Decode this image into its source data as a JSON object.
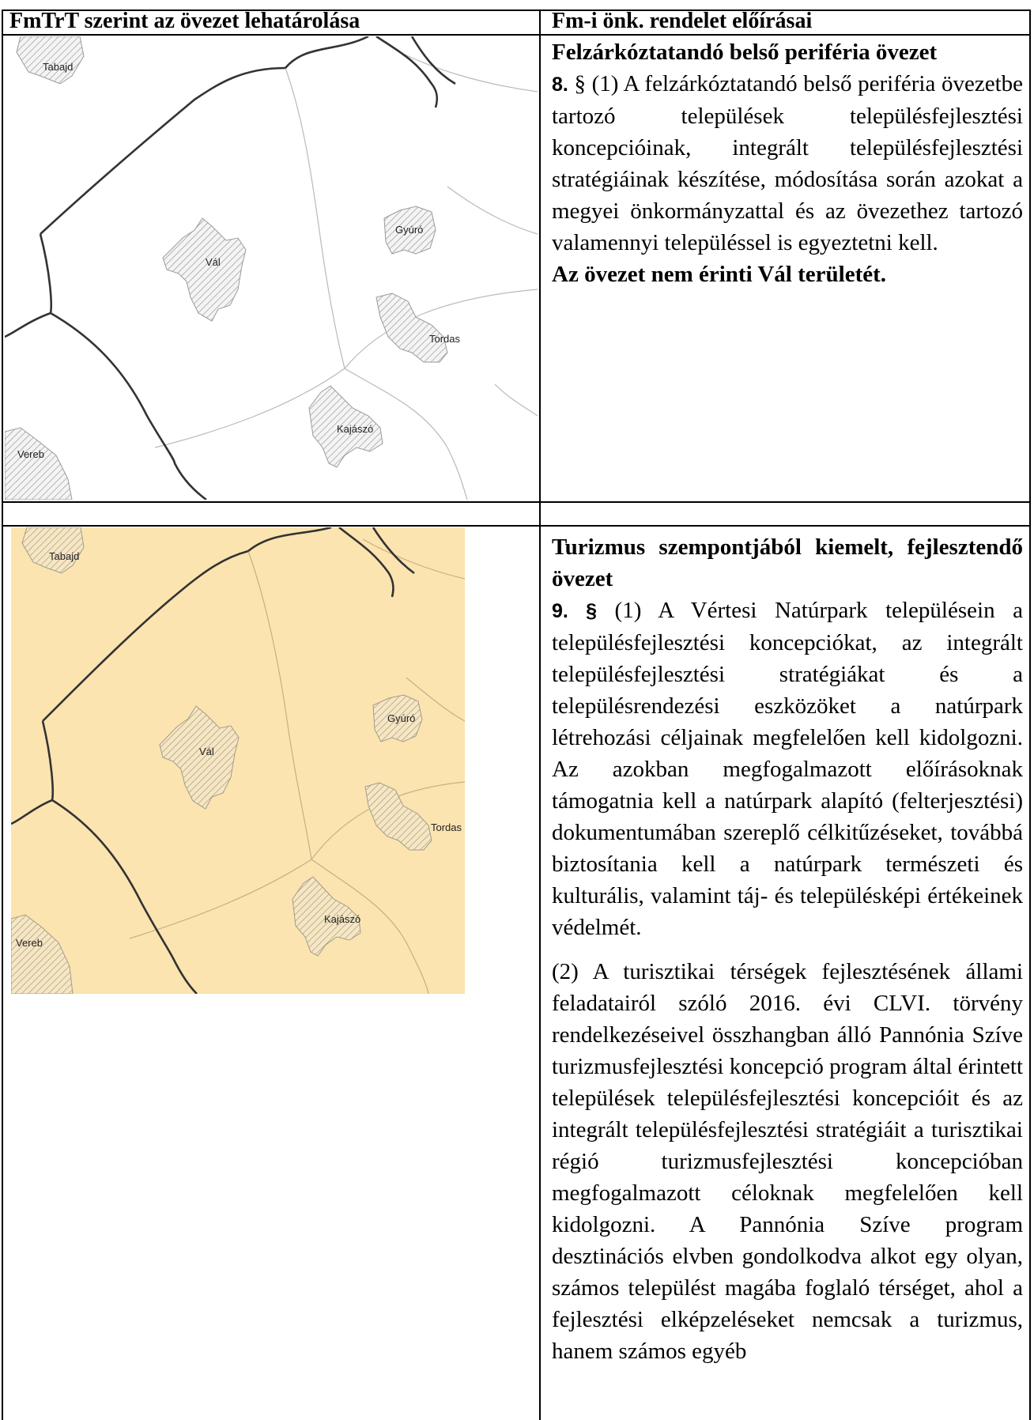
{
  "table": {
    "col1_header": "FmTrT szerint az övezet lehatárolása",
    "col2_header": "Fm-i önk. rendelet előírásai"
  },
  "section1": {
    "title": "Felzárkóztatandó belső periféria övezet",
    "para_mark": "8.",
    "para_text": " § (1) A felzárkóztatandó belső periféria övezetbe tartozó települések településfejlesztési koncepcióinak, integrált településfejlesztési stratégiáinak készítése, módosítása során azokat a megyei önkormányzattal és az övezethez tartozó valamennyi településsel is egyeztetni kell.",
    "note": "Az övezet nem érinti Vál területét."
  },
  "section2": {
    "title": "Turizmus szempontjából kiemelt, fejlesztendő övezet",
    "para_mark": "9. §",
    "para1_text": " (1) A Vértesi Natúrpark településein a településfejlesztési koncepciókat, az integrált településfejlesztési stratégiákat és a településrendezési eszközöket a natúrpark létrehozási céljainak megfelelően kell kidolgozni. Az azokban megfogalmazott előírásoknak támogatnia kell a natúrpark alapító (felterjesztési) dokumentumában szereplő célkitűzéseket, továbbá biztosítania kell a natúrpark természeti és kulturális, valamint táj- és településképi értékeinek védelmét.",
    "para2_text": "(2) A turisztikai térségek fejlesztésének állami feladatairól szóló 2016. évi CLVI. törvény rendelkezéseivel összhangban álló Pannónia Szíve turizmusfejlesztési koncepció program által érintett települések településfejlesztési koncepcióit és az integrált településfejlesztési stratégiáit a turisztikai régió turizmusfejlesztési koncepcióban megfogalmazott céloknak megfelelően kell kidolgozni. A Pannónia Szíve program desztinációs elvben gondolkodva alkot egy olyan, számos települést magába foglaló térséget, ahol a fejlesztési elképzeléseket nemcsak a turizmus, hanem számos egyéb"
  },
  "map": {
    "labels": {
      "tabajd": "Tabajd",
      "gyuro": "Gyúró",
      "val": "Vál",
      "tordas": "Tordas",
      "kajaszo": "Kajászó",
      "vereb": "Vereb"
    },
    "colors": {
      "map1_bg": "#ffffff",
      "map2_bg": "#fbe4b0",
      "settlement_hatch": "#9a9a9a",
      "boundary": "#333333"
    }
  }
}
